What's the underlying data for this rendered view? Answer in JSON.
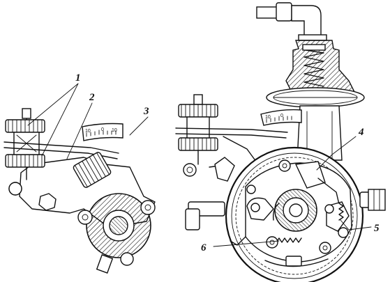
{
  "figure": {
    "callouts": [
      {
        "id": "1",
        "text": "1"
      },
      {
        "id": "2",
        "text": "2"
      },
      {
        "id": "3",
        "text": "3"
      },
      {
        "id": "4",
        "text": "4"
      },
      {
        "id": "5",
        "text": "5"
      },
      {
        "id": "6",
        "text": "6"
      }
    ],
    "left_scale": {
      "ticks": [
        "10",
        "0",
        "10"
      ]
    },
    "right_scale": {
      "ticks": [
        "10",
        "0"
      ]
    }
  },
  "colors": {
    "ink": "#111111",
    "paper": "#ffffff"
  }
}
